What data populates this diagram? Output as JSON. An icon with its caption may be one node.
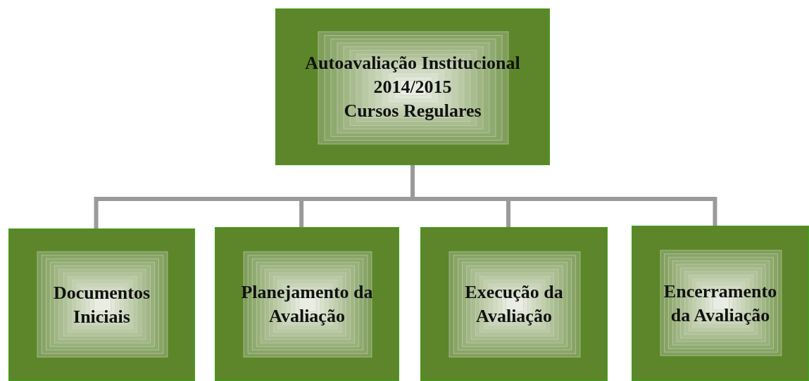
{
  "diagram": {
    "nodes": [
      {
        "text": [
          "Autoavaliação Institucional",
          "2014/2015",
          "Cursos Regulares"
        ]
      },
      {
        "text": [
          "Documentos Iniciais"
        ]
      },
      {
        "text": [
          "Planejamento da Avaliação"
        ]
      },
      {
        "text": [
          "Execução da Avaliação"
        ]
      },
      {
        "text": [
          "Encerramento da Avaliação"
        ]
      }
    ],
    "edges": [
      {
        "from": 0,
        "to": 1,
        "arrow": "none"
      },
      {
        "from": 0,
        "to": 2,
        "arrow": "none"
      },
      {
        "from": 0,
        "to": 3,
        "arrow": "none"
      },
      {
        "from": 0,
        "to": 4,
        "arrow": "none"
      }
    ]
  }
}
